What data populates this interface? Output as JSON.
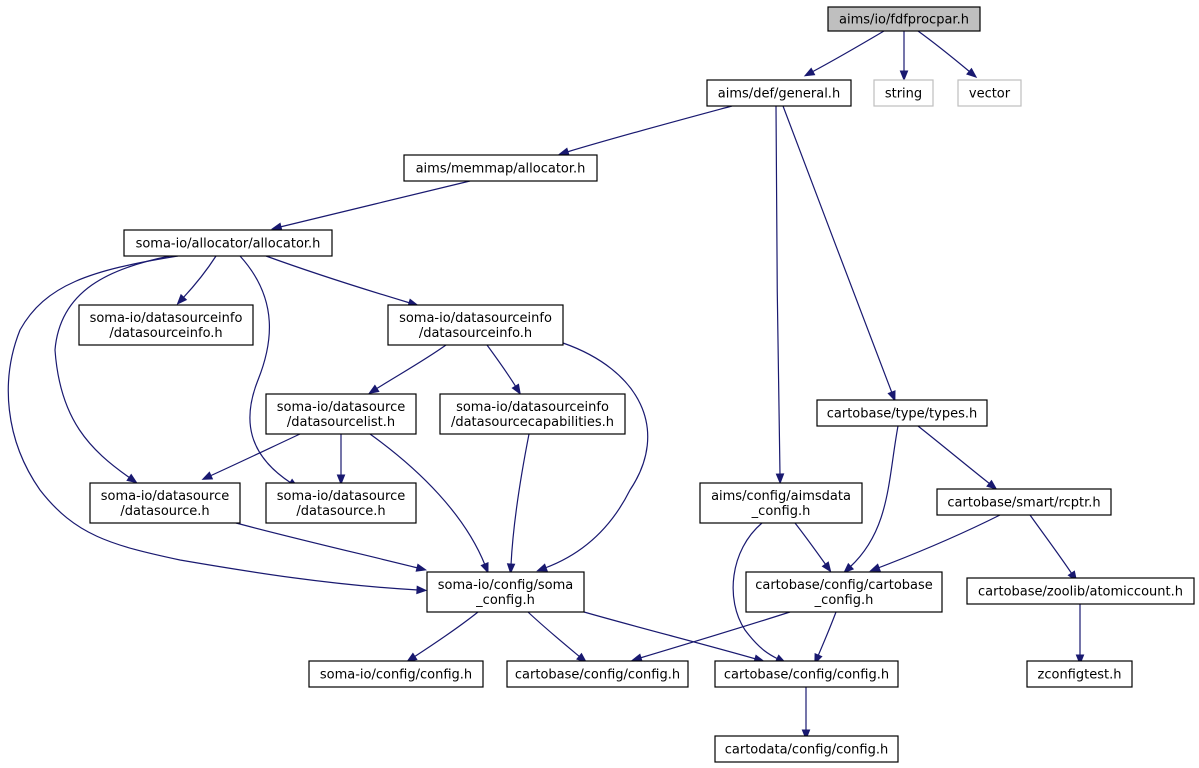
{
  "diagram": {
    "type": "include-dependency-graph",
    "colors": {
      "edge": "#191970",
      "root_fill": "#bfbfbf",
      "external_border": "#bfbfbf",
      "node_border": "#000000",
      "background": "#ffffff"
    },
    "nodes": [
      {
        "id": "fdfprocpar",
        "lines": [
          "aims/io/fdfprocpar.h"
        ],
        "kind": "root"
      },
      {
        "id": "general",
        "lines": [
          "aims/def/general.h"
        ],
        "kind": "normal"
      },
      {
        "id": "string",
        "lines": [
          "string"
        ],
        "kind": "external"
      },
      {
        "id": "vector",
        "lines": [
          "vector"
        ],
        "kind": "external"
      },
      {
        "id": "memmap_allocator",
        "lines": [
          "aims/memmap/allocator.h"
        ],
        "kind": "normal"
      },
      {
        "id": "somaio_allocator",
        "lines": [
          "soma-io/allocator/allocator.h"
        ],
        "kind": "normal"
      },
      {
        "id": "dsinfo_left",
        "lines": [
          "soma-io/datasourceinfo",
          "/datasourceinfo.h"
        ],
        "kind": "normal"
      },
      {
        "id": "dsinfo_mid",
        "lines": [
          "soma-io/datasourceinfo",
          "/datasourceinfo.h"
        ],
        "kind": "normal"
      },
      {
        "id": "dslist",
        "lines": [
          "soma-io/datasource",
          "/datasourcelist.h"
        ],
        "kind": "normal"
      },
      {
        "id": "dscap",
        "lines": [
          "soma-io/datasourceinfo",
          "/datasourcecapabilities.h"
        ],
        "kind": "normal"
      },
      {
        "id": "ds_left",
        "lines": [
          "soma-io/datasource",
          "/datasource.h"
        ],
        "kind": "normal"
      },
      {
        "id": "ds_mid",
        "lines": [
          "soma-io/datasource",
          "/datasource.h"
        ],
        "kind": "normal"
      },
      {
        "id": "soma_config",
        "lines": [
          "soma-io/config/soma",
          "_config.h"
        ],
        "kind": "normal"
      },
      {
        "id": "somaio_config",
        "lines": [
          "soma-io/config/config.h"
        ],
        "kind": "normal"
      },
      {
        "id": "carto_config_a",
        "lines": [
          "cartobase/config/config.h"
        ],
        "kind": "normal"
      },
      {
        "id": "carto_config_b",
        "lines": [
          "cartobase/config/config.h"
        ],
        "kind": "normal"
      },
      {
        "id": "cartodata_config",
        "lines": [
          "cartodata/config/config.h"
        ],
        "kind": "normal"
      },
      {
        "id": "aimsdata_config",
        "lines": [
          "aims/config/aimsdata",
          "_config.h"
        ],
        "kind": "normal"
      },
      {
        "id": "cartobase_config",
        "lines": [
          "cartobase/config/cartobase",
          "_config.h"
        ],
        "kind": "normal"
      },
      {
        "id": "types",
        "lines": [
          "cartobase/type/types.h"
        ],
        "kind": "normal"
      },
      {
        "id": "rcptr",
        "lines": [
          "cartobase/smart/rcptr.h"
        ],
        "kind": "normal"
      },
      {
        "id": "atomiccount",
        "lines": [
          "cartobase/zoolib/atomiccount.h"
        ],
        "kind": "normal"
      },
      {
        "id": "zconfigtest",
        "lines": [
          "zconfigtest.h"
        ],
        "kind": "normal"
      }
    ],
    "edges": [
      {
        "from": "fdfprocpar",
        "to": "general"
      },
      {
        "from": "fdfprocpar",
        "to": "string"
      },
      {
        "from": "fdfprocpar",
        "to": "vector"
      },
      {
        "from": "general",
        "to": "memmap_allocator"
      },
      {
        "from": "general",
        "to": "aimsdata_config"
      },
      {
        "from": "general",
        "to": "types"
      },
      {
        "from": "memmap_allocator",
        "to": "somaio_allocator"
      },
      {
        "from": "somaio_allocator",
        "to": "dsinfo_left"
      },
      {
        "from": "somaio_allocator",
        "to": "dsinfo_mid"
      },
      {
        "from": "somaio_allocator",
        "to": "ds_left"
      },
      {
        "from": "somaio_allocator",
        "to": "ds_mid"
      },
      {
        "from": "somaio_allocator",
        "to": "soma_config"
      },
      {
        "from": "dsinfo_mid",
        "to": "dslist"
      },
      {
        "from": "dsinfo_mid",
        "to": "dscap"
      },
      {
        "from": "dsinfo_mid",
        "to": "soma_config"
      },
      {
        "from": "dslist",
        "to": "ds_left"
      },
      {
        "from": "dslist",
        "to": "ds_mid"
      },
      {
        "from": "dslist",
        "to": "soma_config"
      },
      {
        "from": "dscap",
        "to": "soma_config"
      },
      {
        "from": "ds_left",
        "to": "soma_config"
      },
      {
        "from": "soma_config",
        "to": "somaio_config"
      },
      {
        "from": "soma_config",
        "to": "carto_config_a"
      },
      {
        "from": "soma_config",
        "to": "carto_config_b"
      },
      {
        "from": "aimsdata_config",
        "to": "cartobase_config"
      },
      {
        "from": "aimsdata_config",
        "to": "carto_config_b"
      },
      {
        "from": "cartobase_config",
        "to": "carto_config_a"
      },
      {
        "from": "cartobase_config",
        "to": "carto_config_b"
      },
      {
        "from": "types",
        "to": "cartobase_config"
      },
      {
        "from": "types",
        "to": "rcptr"
      },
      {
        "from": "rcptr",
        "to": "cartobase_config"
      },
      {
        "from": "rcptr",
        "to": "atomiccount"
      },
      {
        "from": "atomiccount",
        "to": "zconfigtest"
      },
      {
        "from": "carto_config_b",
        "to": "cartodata_config"
      }
    ]
  }
}
